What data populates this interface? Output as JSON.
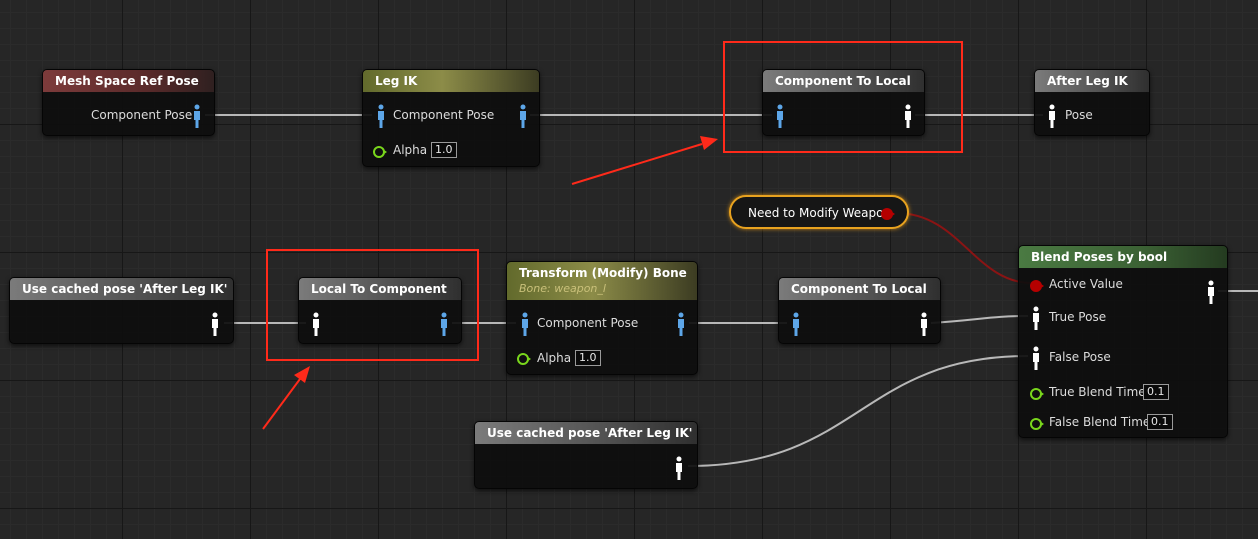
{
  "nodes": {
    "mesh_space_ref": {
      "title": "Mesh Space Ref Pose",
      "pin": "Component Pose"
    },
    "leg_ik": {
      "title": "Leg IK",
      "pin_pose": "Component Pose",
      "pin_alpha": "Alpha",
      "alpha_value": "1.0"
    },
    "component_to_local_top": {
      "title": "Component To Local"
    },
    "after_leg_ik": {
      "title": "After Leg IK",
      "pin": "Pose"
    },
    "cached_pose_left": {
      "title": "Use cached pose 'After Leg IK'"
    },
    "local_to_component": {
      "title": "Local To Component"
    },
    "transform_bone": {
      "title": "Transform (Modify) Bone",
      "subtitle": "Bone: weapon_l",
      "pin_pose": "Component Pose",
      "pin_alpha": "Alpha",
      "alpha_value": "1.0"
    },
    "component_to_local_mid": {
      "title": "Component To Local"
    },
    "need_to_modify_weapon": {
      "label": "Need to Modify Weapon"
    },
    "cached_pose_bottom": {
      "title": "Use cached pose 'After Leg IK'"
    },
    "blend_poses": {
      "title": "Blend Poses by bool",
      "active_value": "Active Value",
      "true_pose": "True Pose",
      "false_pose": "False Pose",
      "true_blend_time": "True Blend Time",
      "true_blend_value": "0.1",
      "false_blend_time": "False Blend Time",
      "false_blend_value": "0.1"
    }
  },
  "colors": {
    "component_pin": "#5da6e8",
    "local_pin": "#ffffff",
    "float_pin": "#79d61c",
    "bool_pin": "#b50000",
    "highlight": "#ff2a1a",
    "variable_border": "#e8a21f"
  },
  "icons": {
    "component_pose_pin": "person-blue-icon",
    "local_pose_pin": "person-white-icon",
    "float_pin": "circle-green-icon",
    "bool_pin": "circle-red-icon"
  }
}
